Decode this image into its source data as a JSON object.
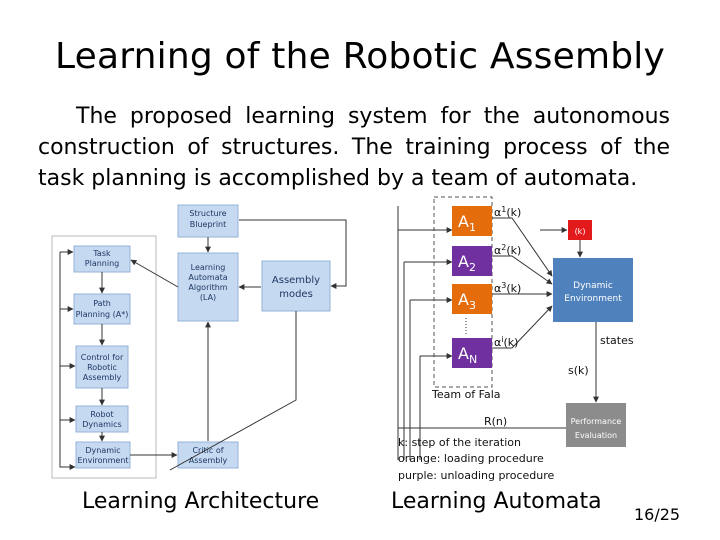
{
  "slide": {
    "title": "Learning of the Robotic Assembly",
    "paragraph_line1": "The proposed learning system for the autonomous",
    "paragraph_line2": "construction of structures. The training process of the",
    "paragraph_line3": "task planning is accomplished by a team of automata.",
    "caption_left": "Learning Architecture",
    "caption_right": "Learning Automata",
    "page_number": "16/25"
  },
  "architecture": {
    "blueprint_l1": "Structure",
    "blueprint_l2": "Blueprint",
    "task_l1": "Task",
    "task_l2": "Planning",
    "la_l1": "Learning",
    "la_l2": "Automata",
    "la_l3": "Algorithm",
    "la_l4": "(LA)",
    "modes_l1": "Assembly",
    "modes_l2": "modes",
    "path_l1": "Path",
    "path_l2": "Planning (A*)",
    "control_l1": "Control for",
    "control_l2": "Robotic",
    "control_l3": "Assembly",
    "robot_l1": "Robot",
    "robot_l2": "Dynamics",
    "dynenv_l1": "Dynamic",
    "dynenv_l2": "Environment",
    "critic_l1": "Critic of",
    "critic_l2": "Assembly"
  },
  "automata": {
    "a1": "A",
    "a1_sub": "1",
    "a2": "A",
    "a2_sub": "2",
    "a3": "A",
    "a3_sub": "3",
    "an": "A",
    "an_sub": "N",
    "alpha1": "α",
    "alpha1_sup": "1",
    "alpha1_tail": "(k)",
    "alpha2": "α",
    "alpha2_sup": "2",
    "alpha2_tail": "(k)",
    "alpha3": "α",
    "alpha3_sup": "3",
    "alpha3_tail": "(k)",
    "alphan": "α",
    "alphan_sup": "i",
    "alphan_tail": "(k)",
    "k_box": "(k)",
    "dyn_env_l1": "Dynamic",
    "dyn_env_l2": "Environment",
    "states": "states",
    "sk": "s(k)",
    "team": "Team of Fala",
    "rn": "R(n)",
    "perf_l1": "Performance",
    "perf_l2": "Evaluation",
    "legend_k": "k: step of the iteration",
    "legend_orange": "orange: loading procedure",
    "legend_purple": "purple: unloading procedure",
    "colors": {
      "box_blue": "#c5d9f1",
      "box_border": "#95b3d7",
      "automaton": "#e46c0a",
      "dyn_env": "#4f81bd",
      "k_red": "#e31a1c",
      "perf_gray": "#8c8c8c"
    }
  }
}
